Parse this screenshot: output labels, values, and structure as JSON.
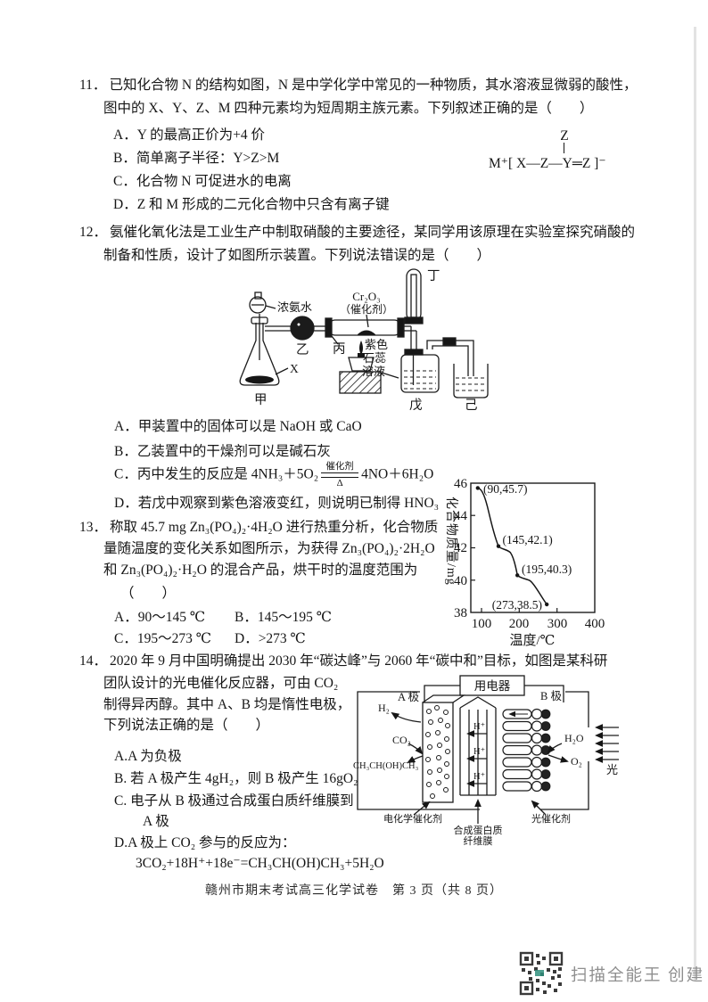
{
  "page": {
    "footer": "赣州市期末考试高三化学试卷　第 3 页（共 8 页）",
    "watermark_text": "扫描全能王 创建"
  },
  "q11": {
    "num": "11．",
    "line1": "已知化合物 N 的结构如图，N 是中学化学中常见的一种物质，其水溶液显微弱的酸性，",
    "line2": "图中的 X、Y、Z、M 四种元素均为短周期主族元素。下列叙述正确的是（　　）",
    "optA": "A．Y 的最高正价为+4 价",
    "optB": "B．简单离子半径：Y>Z>M",
    "optC": "C．化合物 N 可促进水的电离",
    "optD": "D．Z 和 M 形成的二元化合物中只含有离子键",
    "struct_top": "Z",
    "struct_formula": "M⁺[ X—Z—Y═Z ]⁻"
  },
  "q12": {
    "num": "12．",
    "line1": "氨催化氧化法是工业生产中制取硝酸的主要途径，某同学用该原理在实验室探究硝酸的",
    "line2": "制备和性质，设计了如图所示装置。下列说法错误的是（　　）",
    "optA": "A．甲装置中的固体可以是 NaOH 或 CaO",
    "optB": "B．乙装置中的干燥剂可以是碱石灰",
    "optC_pre": "C．丙中发生的反应是 4NH₃＋5O₂",
    "optC_over": "催化剂",
    "optC_under": "Δ",
    "optC_post": "4NO＋6H₂O",
    "optD": "D．若戊中观察到紫色溶液变红，则说明已制得 HNO₃",
    "diagram": {
      "conc_ammonia": "浓氨水",
      "catalyst_formula": "Cr₂O₃",
      "catalyst_paren": "（催化剂）",
      "label_x": "X",
      "label_jia": "甲",
      "label_yi": "乙",
      "label_bing": "丙",
      "label_ding": "丁",
      "label_wu": "戊",
      "label_ji": "己",
      "litmus_1": "紫色",
      "litmus_2": "石蕊",
      "litmus_3": "溶液"
    }
  },
  "q13": {
    "num": "13．",
    "line1": "称取 45.7 mg Zn₃(PO₄)₂·4H₂O 进行热重分析，化合物质",
    "line2": "量随温度的变化关系如图所示，为获得 Zn₃(PO₄)₂·2H₂O",
    "line3": "和 Zn₃(PO₄)₂·H₂O 的混合产品，烘干时的温度范围为",
    "line4": "（　　）",
    "optA": "A．90～145 ℃",
    "optB": "B．145～195 ℃",
    "optC": "C．195～273 ℃",
    "optD": "D．>273 ℃"
  },
  "chart_data": {
    "type": "line",
    "title": "",
    "xlabel": "温度/℃",
    "ylabel": "化合物质量/mg",
    "xlim": [
      90,
      400
    ],
    "ylim": [
      38,
      46
    ],
    "xticks": [
      "100",
      "200",
      "300",
      "400"
    ],
    "yticks": [
      "46",
      "44",
      "42",
      "40",
      "38"
    ],
    "points": [
      [
        90,
        45.7
      ],
      [
        145,
        42.1
      ],
      [
        195,
        40.3
      ],
      [
        273,
        38.5
      ]
    ],
    "point_labels": [
      "(90,45.7)",
      "(145,42.1)",
      "(195,40.3)",
      "(273,38.5)"
    ],
    "grid": false,
    "legend": false
  },
  "q14": {
    "num": "14．",
    "line1": "2020 年 9 月中国明确提出 2030 年“碳达峰”与 2060 年“碳中和”目标，如图是某科研",
    "line2": "团队设计的光电催化反应器，可由 CO₂",
    "line3": "制得异丙醇。其中 A、B 均是惰性电极，",
    "line4": "下列说法正确的是（　　）",
    "optA": "A.A 为负极",
    "optB": "B. 若 A 极产生 4gH₂，则 B 极产生 16gO₂",
    "optC": "C. 电子从 B 极通过合成蛋白质纤维膜到",
    "optC2": "A 极",
    "optD": "D.A 极上 CO₂ 参与的反应为：",
    "optD_eq": "3CO₂+18H⁺+18e⁻=CH₃CH(OH)CH₃+5H₂O",
    "diagram": {
      "appliance": "用电器",
      "electrodeA": "A 极",
      "electrodeB": "B 极",
      "h2": "H₂",
      "co2": "CO₂",
      "product": "CH₃CH(OH)CH₃",
      "hplus": "H⁺",
      "h2o": "H₂O",
      "o2": "O₂",
      "light": "光",
      "cat_left": "电化学催化剂",
      "membrane_1": "合成蛋白质",
      "membrane_2": "纤维膜",
      "cat_right": "光催化剂"
    }
  }
}
